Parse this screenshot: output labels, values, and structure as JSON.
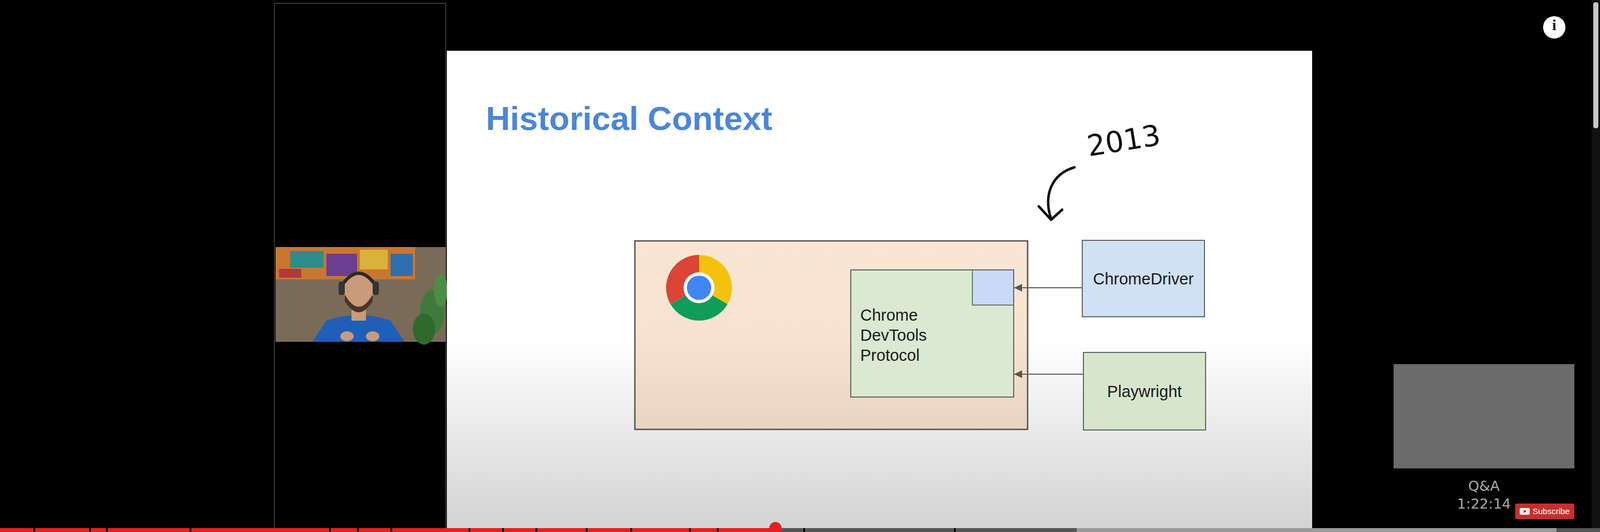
{
  "diagram": {
    "title": "Historical Context",
    "nodes": [
      {
        "text": [
          "Chrome DevTools Protocol"
        ]
      },
      {
        "text": [
          "ChromeDriver"
        ]
      },
      {
        "text": [
          "Playwright"
        ]
      }
    ],
    "edges": [
      {
        "from": 1,
        "to": 0,
        "arrow": "to"
      },
      {
        "from": 2,
        "to": 0,
        "arrow": "to"
      }
    ],
    "labels": [
      "2013",
      "Q&A",
      "1:22:14",
      "Subscribe",
      "i"
    ]
  }
}
